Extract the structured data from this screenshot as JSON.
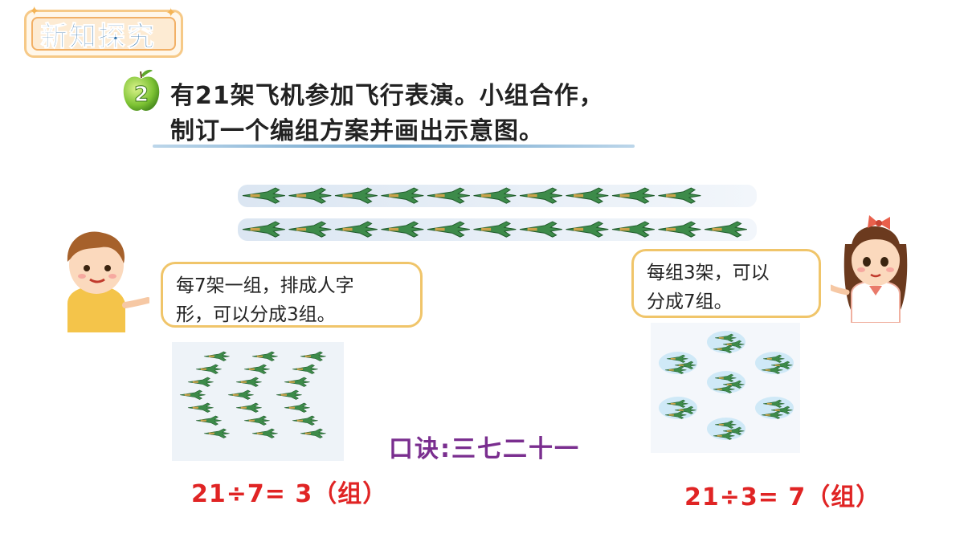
{
  "header": {
    "title": "新知探究"
  },
  "problem": {
    "number": "2",
    "line1": "有21架飞机参加飞行表演。小组合作，",
    "line2": "制订一个编组方案并画出示意图。"
  },
  "boy_bubble": {
    "line1": "每7架一组，排成人字",
    "line2": "形，可以分成3组。"
  },
  "girl_bubble": {
    "line1": "每组3架，可以",
    "line2": "分成7组。"
  },
  "formula_left": "21÷7= 3（组）",
  "formula_right": "21÷3= 7（组）",
  "koujue": "口诀:三七二十一",
  "colors": {
    "header_text": "#2b6ea8",
    "formula": "#e02424",
    "koujue": "#7a2e8f",
    "bubble_border": "#f0c56a",
    "plane": "#3d8b4a"
  }
}
